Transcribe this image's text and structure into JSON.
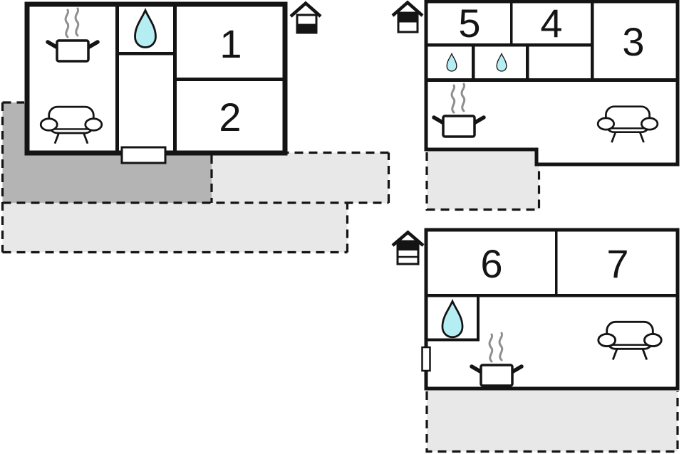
{
  "colors": {
    "wall": "#141414",
    "water": "#b5eef2",
    "terrace_dark": "#b4b4b4",
    "terrace_light": "#e8e8e8",
    "steam": "#8f8f8f"
  },
  "plans": {
    "plan1": {
      "rooms": [
        {
          "label": "1"
        },
        {
          "label": "2"
        }
      ],
      "house_icon": "house-level-indicator-lower-filled"
    },
    "plan2": {
      "rooms": [
        {
          "label": "5"
        },
        {
          "label": "4"
        },
        {
          "label": "3"
        }
      ],
      "house_icon": "house-level-indicator-upper-filled"
    },
    "plan3": {
      "rooms": [
        {
          "label": "6"
        },
        {
          "label": "7"
        }
      ],
      "house_icon": "house-level-indicator-top-filled"
    }
  }
}
